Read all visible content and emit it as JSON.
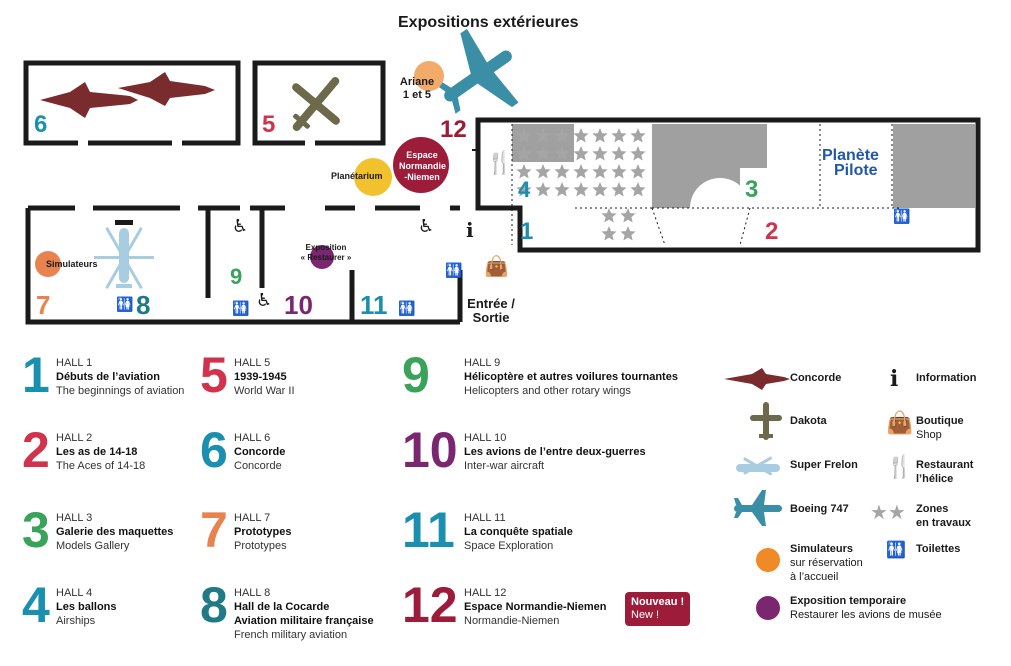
{
  "colors": {
    "hall1": "#1b8fb0",
    "hall2": "#d2334c",
    "hall3": "#3aa35b",
    "hall4": "#1b8fb0",
    "hall5": "#d2334c",
    "hall6": "#1b8fb0",
    "hall7": "#e8834f",
    "hall8": "#1f7a85",
    "hall9": "#3aa35b",
    "hall10": "#7b2671",
    "hall11": "#1b8fb0",
    "hall12": "#9c1c3a",
    "concorde": "#7a2b2e",
    "dakota": "#6d6a4b",
    "frelon": "#a9cde0",
    "boeing": "#3a8fa6",
    "simulator": "#f08a26",
    "temporary": "#7b2671",
    "planetarium": "#f2c12e",
    "normandie": "#9c1c3a",
    "ariane": "#f2ab6a",
    "gray": "#a0a0a0"
  },
  "map": {
    "title": "Expositions extérieures",
    "ariane": "Ariane 1 et 5",
    "planetarium": "Planétarium",
    "normandie": "Espace Normandie -Niemen",
    "simulateurs": "Simulateurs",
    "exposition_line1": "Exposition",
    "exposition_line2": "« Restaurer »",
    "entree_line1": "Entrée /",
    "entree_line2": "Sortie",
    "planete_line1": "Planète",
    "planete_line2": "Pilote",
    "numbers": {
      "n1": "1",
      "n2": "2",
      "n3": "3",
      "n4": "4",
      "n5": "5",
      "n6": "6",
      "n7": "7",
      "n8": "8",
      "n9": "9",
      "n10": "10",
      "n11": "11",
      "n12": "12"
    }
  },
  "halls": [
    {
      "num": "1",
      "label": "HALL 1",
      "name": "Débuts de l’aviation",
      "sub": "The beginnings of aviation"
    },
    {
      "num": "2",
      "label": "HALL 2",
      "name": "Les as de 14-18",
      "sub": "The Aces of 14-18"
    },
    {
      "num": "3",
      "label": "HALL 3",
      "name": "Galerie des maquettes",
      "sub": "Models Gallery"
    },
    {
      "num": "4",
      "label": "HALL 4",
      "name": "Les ballons",
      "sub": "Airships"
    },
    {
      "num": "5",
      "label": "HALL 5",
      "name": "1939-1945",
      "sub": "World War II"
    },
    {
      "num": "6",
      "label": "HALL 6",
      "name": "Concorde",
      "sub": "Concorde"
    },
    {
      "num": "7",
      "label": "HALL 7",
      "name": "Prototypes",
      "sub": "Prototypes"
    },
    {
      "num": "8",
      "label": "HALL 8",
      "name": "Hall de la Cocarde",
      "name2": "Aviation militaire française",
      "sub": "French military aviation"
    },
    {
      "num": "9",
      "label": "HALL 9",
      "name": "Hélicoptère et autres voilures tournantes",
      "sub": "Helicopters and other rotary wings"
    },
    {
      "num": "10",
      "label": "HALL 10",
      "name": "Les avions de l’entre deux-guerres",
      "sub": "Inter-war aircraft"
    },
    {
      "num": "11",
      "label": "HALL 11",
      "name": "La conquête spatiale",
      "sub": "Space Exploration"
    },
    {
      "num": "12",
      "label": "HALL 12",
      "name": "Espace Normandie-Niemen",
      "sub": "Normandie-Niemen"
    }
  ],
  "badge": {
    "line1": "Nouveau !",
    "line2": "New !"
  },
  "key": {
    "concorde": "Concorde",
    "dakota": "Dakota",
    "frelon": "Super Frelon",
    "boeing": "Boeing 747",
    "simulateurs_title": "Simulateurs",
    "simulateurs_l2": "sur réservation",
    "simulateurs_l3": "à l’accueil",
    "expo_title": "Exposition temporaire",
    "expo_sub": "Restaurer les avions de musée",
    "information": "Information",
    "boutique_title": "Boutique",
    "boutique_sub": "Shop",
    "restaurant_title": "Restaurant",
    "restaurant_sub": "l’hélice",
    "zones_title": "Zones",
    "zones_sub": "en travaux",
    "toilettes": "Toilettes"
  },
  "icons": {
    "information": "info-icon",
    "boutique": "shopping-bag-icon",
    "restaurant": "fork-knife-icon",
    "zones": "star-icon",
    "toilettes": "toilets-icon",
    "accessible": "wheelchair-icon"
  }
}
